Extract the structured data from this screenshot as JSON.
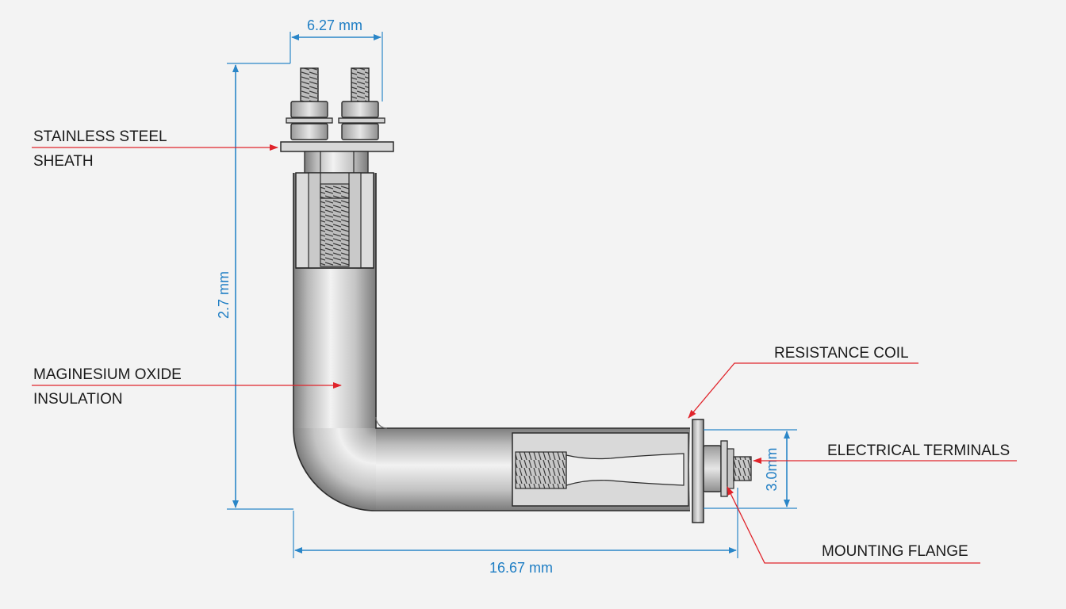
{
  "dimensions": {
    "top_width": "6.27 mm",
    "height": "2.7 mm",
    "bottom_length": "16.67 mm",
    "flange": "3.0mm"
  },
  "callouts": {
    "sheath_line1": "STAINLESS STEEL",
    "sheath_line2": "SHEATH",
    "insulation_line1": "MAGINESIUM OXIDE",
    "insulation_line2": "INSULATION",
    "coil": "RESISTANCE COIL",
    "terminals": "ELECTRICAL TERMINALS",
    "flange": "MOUNTING FLANGE"
  },
  "colors": {
    "dimension_blue": "#1f7ec4",
    "leader_red": "#e0242b",
    "metal_light": "#e8e8e8",
    "metal_dark": "#8a8a8a"
  }
}
